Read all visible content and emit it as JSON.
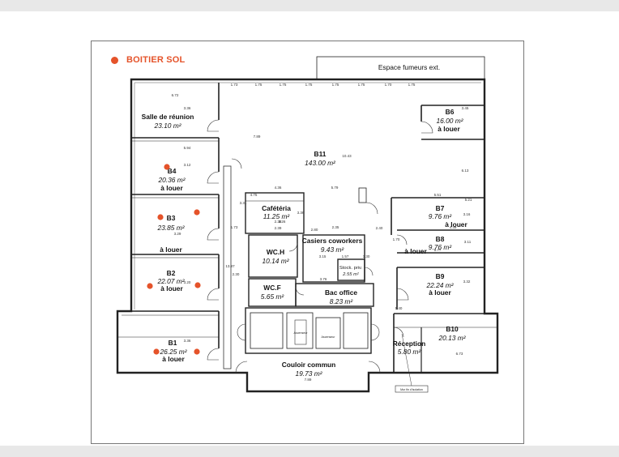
{
  "legend": {
    "label": "BOITIER SOL",
    "color": "#e5532a"
  },
  "rooms": [
    {
      "id": "salle-reunion",
      "name": "Salle de réunion",
      "area": "23.10 m²",
      "status": ""
    },
    {
      "id": "b4",
      "name": "B4",
      "area": "20.36 m²",
      "status": "à louer"
    },
    {
      "id": "b3",
      "name": "B3",
      "area": "23.85 m²",
      "status": "à louer"
    },
    {
      "id": "b2",
      "name": "B2",
      "area": "22.07 m²",
      "status": "à louer"
    },
    {
      "id": "b1",
      "name": "B1",
      "area": "26.25 m²",
      "status": "à louer"
    },
    {
      "id": "b11",
      "name": "B11",
      "area": "143.00 m²",
      "status": ""
    },
    {
      "id": "b6",
      "name": "B6",
      "area": "16.00 m²",
      "status": "à louer"
    },
    {
      "id": "b7",
      "name": "B7",
      "area": "9.76 m²",
      "status": "à louer"
    },
    {
      "id": "b8",
      "name": "B8",
      "area": "9.76 m²",
      "status": "à louer"
    },
    {
      "id": "b9",
      "name": "B9",
      "area": "22.24 m²",
      "status": "à louer"
    },
    {
      "id": "b10",
      "name": "B10",
      "area": "20.13 m²",
      "status": ""
    },
    {
      "id": "cafeteria",
      "name": "Cafétéria",
      "area": "11.25 m²",
      "status": ""
    },
    {
      "id": "casiers",
      "name": "Casiers coworkers",
      "area": "9.43 m²",
      "status": ""
    },
    {
      "id": "stock",
      "name": "Stock. priv.",
      "area": "2.55 m²",
      "status": ""
    },
    {
      "id": "wc-h",
      "name": "WC.H",
      "area": "10.14 m²",
      "status": ""
    },
    {
      "id": "wc-f",
      "name": "WC.F",
      "area": "5.65 m²",
      "status": ""
    },
    {
      "id": "bac-office",
      "name": "Bac office",
      "area": "8.23 m²",
      "status": ""
    },
    {
      "id": "reception",
      "name": "Réception",
      "area": "5.80 m²",
      "status": ""
    },
    {
      "id": "couloir",
      "name": "Couloir commun",
      "area": "19.73 m²",
      "status": ""
    }
  ],
  "espace_fumeurs": "Espace fumeurs ext.",
  "mur_label": "Mur fin d'isolation",
  "dimensions": [
    "1.73",
    "1.75",
    "1.75",
    "1.75",
    "1.75",
    "1.75",
    "1.70",
    "1.75",
    "6.72",
    "3.36",
    "5.94",
    "7.89",
    "10.43",
    "6.13",
    "4.36",
    "4.75",
    "3.36",
    "5.79",
    "2.38",
    "2.39",
    "3.26",
    "2.80",
    "1.73",
    "3.12",
    "5.51",
    "5.21",
    "3.16",
    "4.39",
    "5.77",
    "3.11",
    "1.70",
    "3.32",
    "3.20",
    "3.29",
    "2.30",
    "3.15",
    "3.36",
    "13.87",
    "3.31",
    "7.89",
    "1.57",
    "6.73",
    "3.30",
    "2.40",
    "3.76",
    "2.35",
    "5.40",
    "3.45"
  ],
  "sockets": 8
}
